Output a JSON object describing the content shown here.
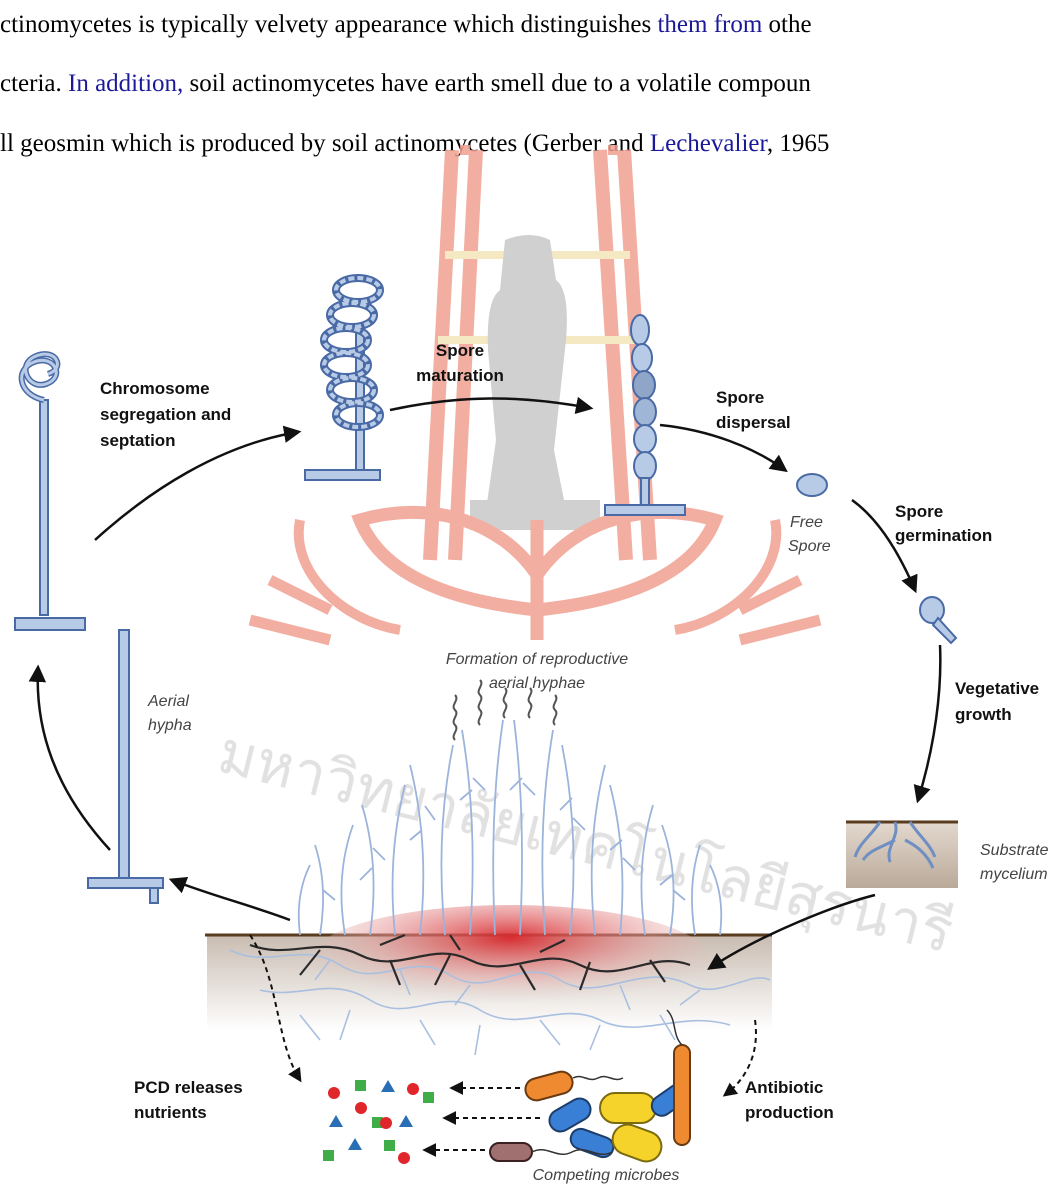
{
  "paragraph": {
    "line1": {
      "a": "ctinomycetes is typically velvety appearance which distinguishes ",
      "b": "them from",
      "c": " othe"
    },
    "line2": {
      "a": "cteria. ",
      "b": "In addition,",
      "c": " soil actinomycetes have earth smell due to a volatile compoun"
    },
    "line3": {
      "a": "ll geosmin which is produced by soil actinomycetes (Gerber and ",
      "b": "Lechevalier",
      "c": ", 1965"
    }
  },
  "diagram": {
    "stage_labels": {
      "chromosome": [
        "Chromosome",
        "segregation and",
        "septation"
      ],
      "spore_maturation": [
        "Spore",
        "maturation"
      ],
      "spore_dispersal": [
        "Spore",
        "dispersal"
      ],
      "spore_germination": [
        "Spore",
        "germination"
      ],
      "vegetative_growth": [
        "Vegetative",
        "growth"
      ],
      "pcd": [
        "PCD releases",
        "nutrients"
      ],
      "antibiotic": [
        "Antibiotic",
        "production"
      ]
    },
    "italic_labels": {
      "free_spore": [
        "Free",
        "Spore"
      ],
      "formation": [
        "Formation of reproductive",
        "aerial hyphae"
      ],
      "aerial_hypha": [
        "Aerial",
        "hypha"
      ],
      "substrate_mycelium": [
        "Substrate",
        "mycelium"
      ],
      "competing_microbes": "Competing microbes"
    },
    "watermark_text": "มหาวิทยาลัยเทคโนโลยีสุรนารี",
    "colors": {
      "hypha_fill": "#b8cbe6",
      "hypha_stroke": "#4a6aa6",
      "watermark_red": "#f0a090",
      "watermark_gray": "#c8c8c8",
      "watermark_yellow": "#f3e6b8",
      "nutrient_red": "#e0262b",
      "nutrient_green": "#3fae49",
      "nutrient_blue": "#2a6fb5"
    }
  }
}
